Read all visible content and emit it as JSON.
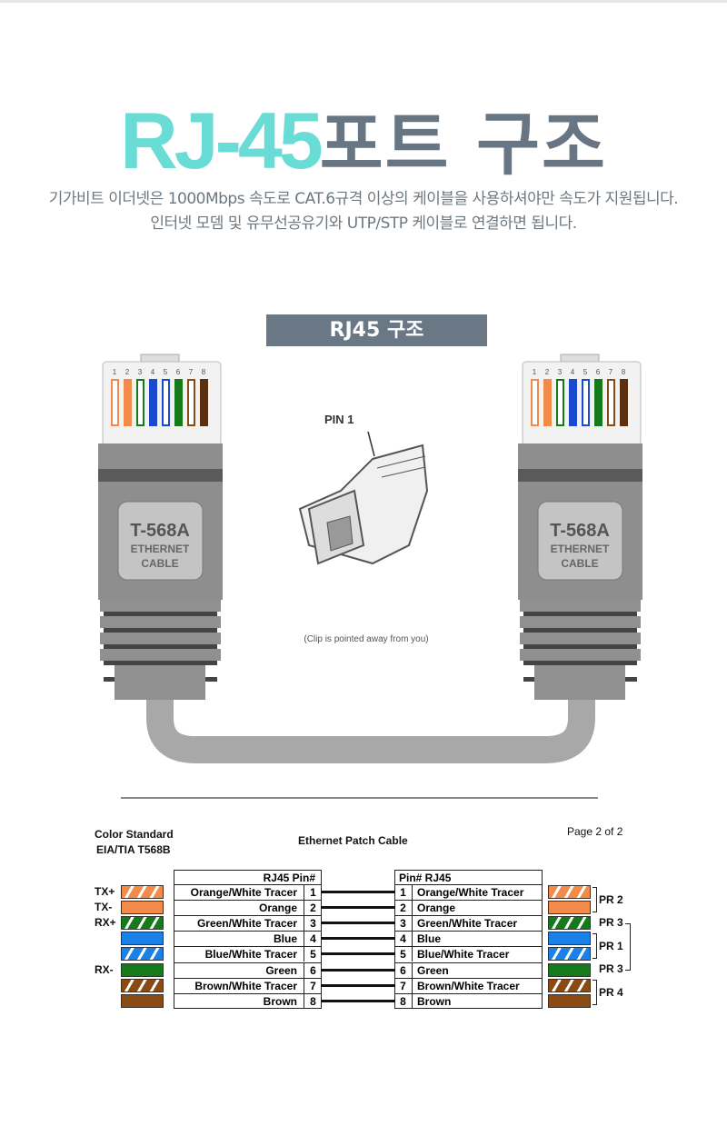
{
  "header": {
    "title_accent": "RJ-45",
    "title_main": "포트 구조",
    "line1": "기가비트 이더넷은 1000Mbps 속도로 CAT.6규격 이상의 케이블을 사용하셔야만 속도가 지원됩니다.",
    "line2": "인터넷 모뎀 및 유무선공유기와  UTP/STP 케이블로 연결하면 됩니다."
  },
  "banner": "RJ45 구조",
  "connector": {
    "pins": [
      "1",
      "2",
      "3",
      "4",
      "5",
      "6",
      "7",
      "8"
    ],
    "model": "T-568A",
    "line1": "ETHERNET",
    "line2": "CABLE"
  },
  "pin_diagram": {
    "label": "PIN 1",
    "caption": "(Clip is pointed away from you)"
  },
  "chart_table": {
    "standard_title": "Color  Standard",
    "standard_sub": "EIA/TIA T568B",
    "title": "Ethernet Patch Cable",
    "page": "Page 2 of 2",
    "left_header": "RJ45   Pin#",
    "right_header": "Pin#   RJ45",
    "rows": [
      {
        "pin": "1",
        "name": "Orange/White Tracer",
        "signal": "TX+",
        "color": "#f28a4a",
        "striped": true
      },
      {
        "pin": "2",
        "name": "Orange",
        "signal": "TX-",
        "color": "#f28a4a",
        "striped": false
      },
      {
        "pin": "3",
        "name": "Green/White Tracer",
        "signal": "RX+",
        "color": "#157a1a",
        "striped": true
      },
      {
        "pin": "4",
        "name": "Blue",
        "signal": "",
        "color": "#1a82e6",
        "striped": false
      },
      {
        "pin": "5",
        "name": "Blue/White Tracer",
        "signal": "",
        "color": "#1a82e6",
        "striped": true
      },
      {
        "pin": "6",
        "name": "Green",
        "signal": "RX-",
        "color": "#157a1a",
        "striped": false
      },
      {
        "pin": "7",
        "name": "Brown/White Tracer",
        "signal": "",
        "color": "#8a4a14",
        "striped": true
      },
      {
        "pin": "8",
        "name": "Brown",
        "signal": "",
        "color": "#8a4a14",
        "striped": false
      }
    ],
    "pairs": [
      "PR 2",
      "PR 3",
      "PR 1",
      "PR 3",
      "PR 4"
    ]
  }
}
